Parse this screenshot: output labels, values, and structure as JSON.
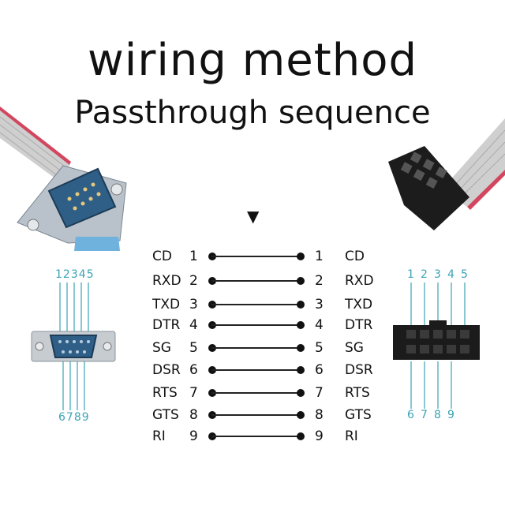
{
  "title": "wiring method",
  "subtitle": "Passthrough sequence",
  "arrow": "▼",
  "rows": [
    {
      "left_name": "CD",
      "left_num": "1",
      "right_num": "1",
      "right_name": "CD"
    },
    {
      "left_name": "RXD",
      "left_num": "2",
      "right_num": "2",
      "right_name": "RXD"
    },
    {
      "left_name": "TXD",
      "left_num": "3",
      "right_num": "3",
      "right_name": "TXD"
    },
    {
      "left_name": "DTR",
      "left_num": "4",
      "right_num": "4",
      "right_name": "DTR"
    },
    {
      "left_name": "SG",
      "left_num": "5",
      "right_num": "5",
      "right_name": "SG"
    },
    {
      "left_name": "DSR",
      "left_num": "6",
      "right_num": "6",
      "right_name": "DSR"
    },
    {
      "left_name": "RTS",
      "left_num": "7",
      "right_num": "7",
      "right_name": "RTS"
    },
    {
      "left_name": "GTS",
      "left_num": "8",
      "right_num": "8",
      "right_name": "GTS"
    },
    {
      "left_name": "RI",
      "left_num": "9",
      "right_num": "9",
      "right_name": "RI"
    }
  ],
  "db9_pins": {
    "top": [
      "1",
      "2",
      "3",
      "4",
      "5"
    ],
    "bottom": [
      "6",
      "7",
      "8",
      "9"
    ]
  },
  "idc_pins": {
    "top": [
      "1",
      "2",
      "3",
      "4",
      "5"
    ],
    "bottom": [
      "6",
      "7",
      "8",
      "9"
    ]
  },
  "colors": {
    "pin_line": "#3aa3b4",
    "wire": "#222222",
    "ribbon": "#c9c9c9",
    "ribbon_red": "#d2475f",
    "metal": "#c7ccd1",
    "connector_blue": "#2b5d8a",
    "idc_black": "#1b1b1b"
  }
}
